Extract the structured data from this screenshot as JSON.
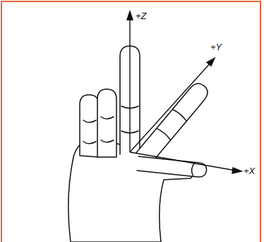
{
  "diagram": {
    "labels": [
      "+Z",
      "+Y",
      "+X"
    ]
  }
}
